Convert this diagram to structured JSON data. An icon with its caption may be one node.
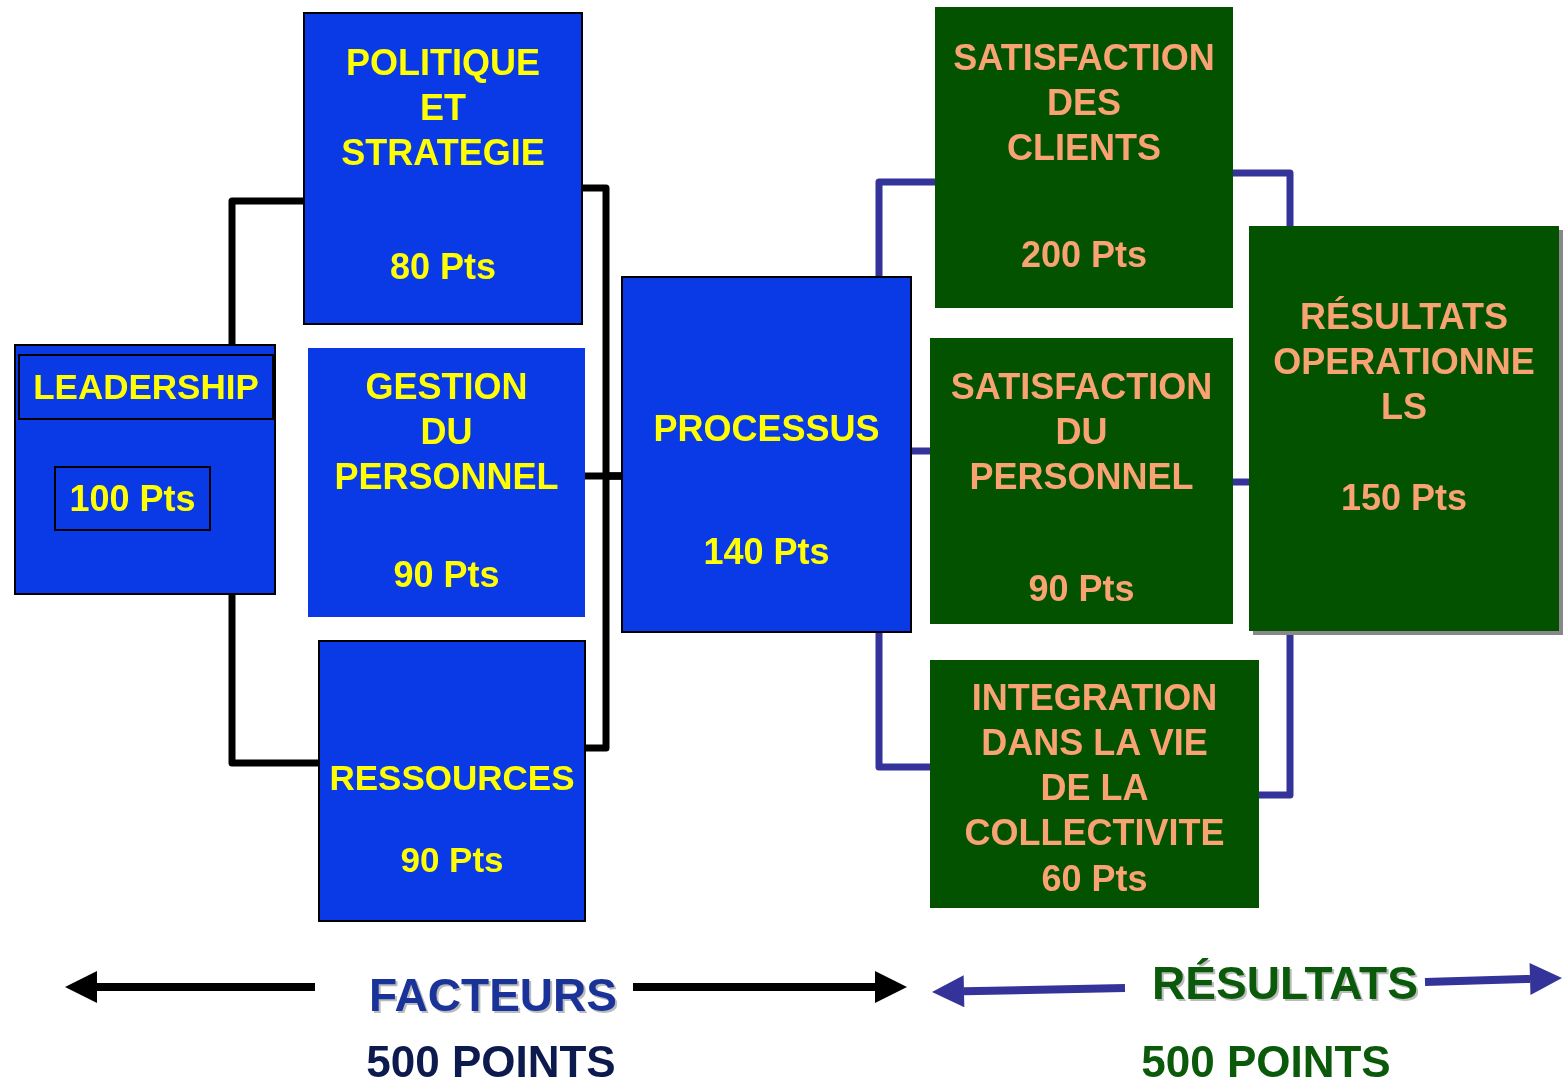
{
  "diagram": {
    "nodes": [
      {
        "text": [],
        "shape": "box"
      },
      {
        "text": [
          "LEADERSHIP"
        ],
        "in": 0
      },
      {
        "text": [
          "100 Pts"
        ],
        "in": 0
      },
      {
        "text": [
          "POLITIQUE ET STRATEGIE",
          "80 Pts"
        ]
      },
      {
        "text": [
          "GESTION DU PERSONNEL",
          "90 Pts"
        ]
      },
      {
        "text": [
          "RESSOURCES",
          "90 Pts"
        ]
      },
      {
        "text": [
          "PROCESSUS",
          "140 Pts"
        ]
      },
      {
        "text": [
          "SATISFACTION DES CLIENTS",
          "200 Pts"
        ]
      },
      {
        "text": [
          "SATISFACTION DU PERSONNEL",
          "90 Pts"
        ]
      },
      {
        "text": [
          "INTEGRATION DANS LA VIE DE LA COLLECTIVITE",
          "60 Pts"
        ]
      },
      {
        "text": [
          "RÉSULTATS OPERATIONNE LS",
          "150 Pts"
        ]
      }
    ],
    "edges": [
      {
        "from": 0,
        "to": 3,
        "arrow": "none",
        "color": "#000000"
      },
      {
        "from": 0,
        "to": 5,
        "arrow": "none",
        "color": "#000000"
      },
      {
        "from": 3,
        "to": 6,
        "arrow": "none",
        "color": "#000000"
      },
      {
        "from": 4,
        "to": 6,
        "arrow": "none",
        "color": "#000000"
      },
      {
        "from": 5,
        "to": 6,
        "arrow": "none",
        "color": "#000000"
      },
      {
        "from": 6,
        "to": 7,
        "arrow": "none",
        "color": "#333399"
      },
      {
        "from": 6,
        "to": 8,
        "arrow": "none",
        "color": "#333399"
      },
      {
        "from": 6,
        "to": 9,
        "arrow": "none",
        "color": "#333399"
      },
      {
        "from": 7,
        "to": 10,
        "arrow": "none",
        "color": "#333399"
      },
      {
        "from": 8,
        "to": 10,
        "arrow": "none",
        "color": "#333399"
      },
      {
        "from": 9,
        "to": 10,
        "arrow": "none",
        "color": "#333399"
      }
    ],
    "labels": [
      "FACTEURS",
      "500 POINTS",
      "RÉSULTATS",
      "500 POINTS"
    ]
  }
}
